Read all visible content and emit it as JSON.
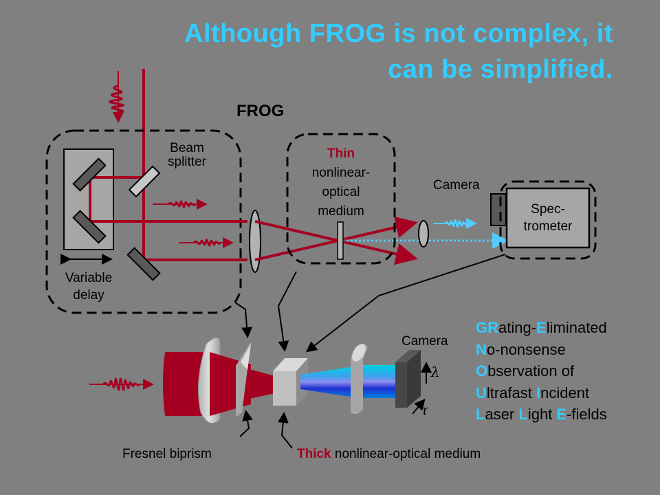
{
  "title": {
    "line1": "Although FROG is not complex, it",
    "line2": "can be simplified."
  },
  "frog": {
    "heading": "FROG",
    "beam_splitter": [
      "Beam",
      "splitter"
    ],
    "variable_delay": [
      "Variable",
      "delay"
    ],
    "thin_word": "Thin",
    "thin_rest": [
      "nonlinear-",
      "optical",
      "medium"
    ],
    "camera": "Camera",
    "spectrometer": [
      "Spec-",
      "trometer"
    ]
  },
  "grenouille": {
    "camera": "Camera",
    "lambda_symbol": "λ",
    "tau_symbol": "τ",
    "fresnel_label": "Fresnel biprism",
    "thick_word": "Thick",
    "thick_rest": " nonlinear-optical medium"
  },
  "acronym": [
    [
      {
        "t": "GR",
        "c": true
      },
      {
        "t": "ating-",
        "c": false
      },
      {
        "t": "E",
        "c": true
      },
      {
        "t": "liminated",
        "c": false
      }
    ],
    [
      {
        "t": "N",
        "c": true
      },
      {
        "t": "o-nonsense",
        "c": false
      }
    ],
    [
      {
        "t": "O",
        "c": true
      },
      {
        "t": "bservation of",
        "c": false
      }
    ],
    [
      {
        "t": "U",
        "c": true
      },
      {
        "t": "ltrafast ",
        "c": false
      },
      {
        "t": "I",
        "c": true
      },
      {
        "t": "ncident",
        "c": false
      }
    ],
    [
      {
        "t": "L",
        "c": true
      },
      {
        "t": "aser ",
        "c": false
      },
      {
        "t": "L",
        "c": true
      },
      {
        "t": "ight ",
        "c": false
      },
      {
        "t": "E",
        "c": true
      },
      {
        "t": "-fields",
        "c": false
      }
    ]
  ],
  "colors": {
    "background": "#808080",
    "accent": "#33ccff",
    "beam": "#a50021"
  }
}
